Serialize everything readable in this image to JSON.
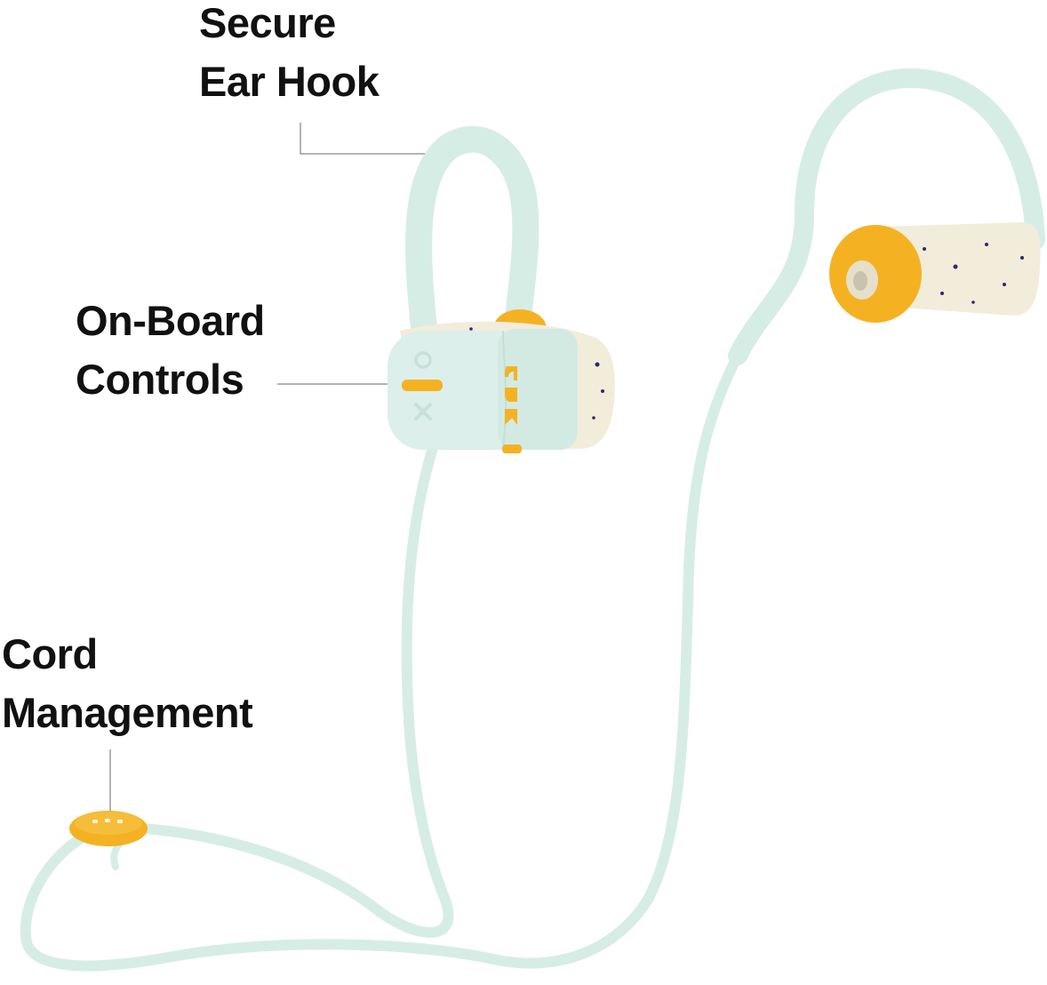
{
  "callouts": {
    "ear_hook": {
      "line1": "Secure",
      "line2": "Ear Hook"
    },
    "controls": {
      "line1": "On-Board",
      "line2": "Controls"
    },
    "cord": {
      "line1": "Cord",
      "line2": "Management"
    }
  },
  "colors": {
    "mint": "#d6ede6",
    "mint_shadow": "#b9d8cf",
    "yellow": "#f4b223",
    "cream": "#f2ecda",
    "speckle": "#2b2a6b",
    "leader": "#9a9a9a"
  }
}
